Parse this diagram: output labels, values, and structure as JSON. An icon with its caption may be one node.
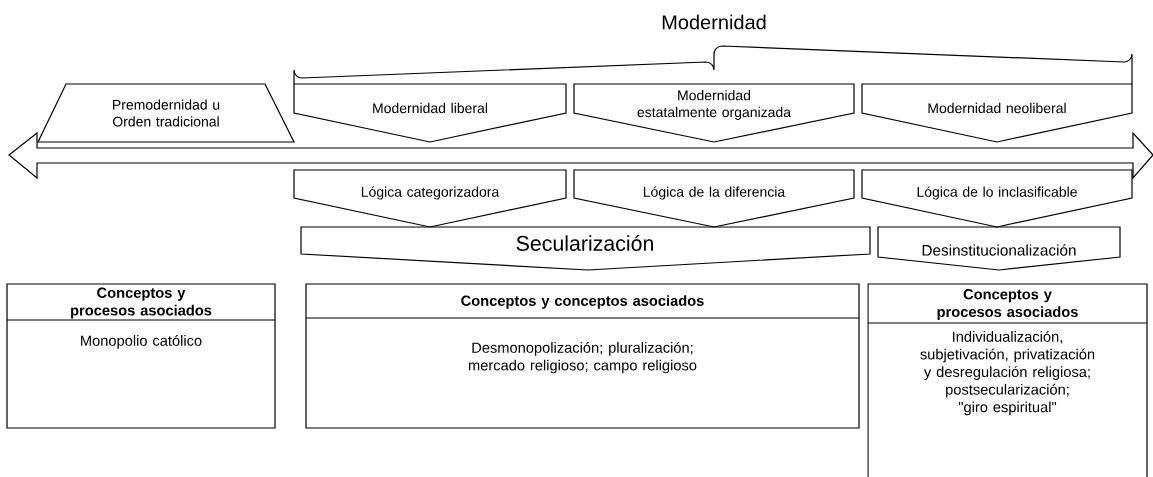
{
  "diagram": {
    "nodes": [
      {
        "text": [
          "Premodernidad u Orden tradicional"
        ]
      },
      {
        "text": [
          "Modernidad liberal"
        ]
      },
      {
        "text": [
          "Modernidad estatalmente organizada"
        ]
      },
      {
        "text": [
          "Modernidad neoliberal"
        ]
      },
      {
        "text": [
          "Lógica categorizadora"
        ]
      },
      {
        "text": [
          "Lógica de la diferencia"
        ]
      },
      {
        "text": [
          "Lógica de lo inclasificable"
        ]
      },
      {
        "text": [
          "Secularización"
        ]
      },
      {
        "text": [
          "Desinstitucionalización"
        ]
      },
      {
        "text": [
          "Conceptos y procesos asociados",
          "Monopolio católico"
        ]
      },
      {
        "text": [
          "Conceptos y conceptos asociados",
          "Desmonopolización; pluralización; mercado religioso; campo religioso"
        ]
      },
      {
        "text": [
          "Conceptos y procesos asociados",
          "Individualización, subjetivación, privatización y desregulación religiosa; postsecularización; \"giro espiritual\""
        ]
      }
    ],
    "edges": [],
    "labels": [
      "Modernidad"
    ]
  }
}
